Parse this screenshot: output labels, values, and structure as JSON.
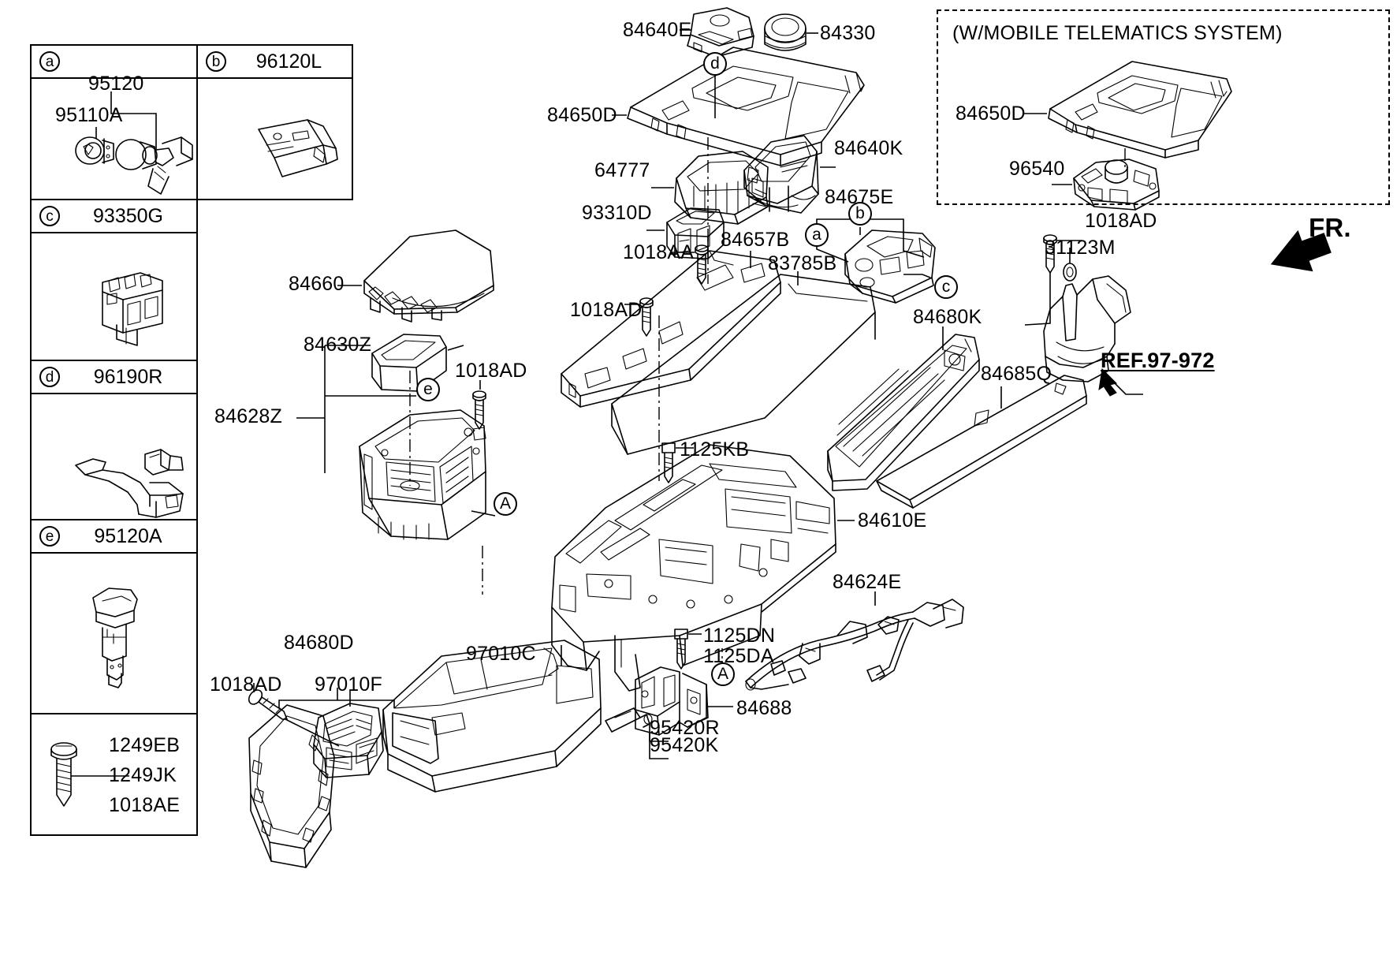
{
  "diagram": {
    "title": "Console assembly exploded parts diagram",
    "orientation_marker": "FR.",
    "reference_note": "REF.97-972",
    "telematics_note": "(W/MOBILE TELEMATICS SYSTEM)"
  },
  "legend": {
    "rows": [
      {
        "key": "a",
        "code": ""
      },
      {
        "key": "b",
        "code": "96120L"
      },
      {
        "key": "c",
        "code": "93350G"
      },
      {
        "key": "d",
        "code": "96190R"
      },
      {
        "key": "e",
        "code": "95120A"
      }
    ],
    "cell_a_labels": [
      "95120",
      "95110A"
    ],
    "fastener_labels": [
      "1249EB",
      "1249JK",
      "1018AE"
    ]
  },
  "callouts": [
    {
      "id": "c84640E",
      "text": "84640E"
    },
    {
      "id": "c84330",
      "text": "84330"
    },
    {
      "id": "c84650D",
      "text": "84650D"
    },
    {
      "id": "c64777",
      "text": "64777"
    },
    {
      "id": "c93310D",
      "text": "93310D"
    },
    {
      "id": "c1018AA",
      "text": "1018AA"
    },
    {
      "id": "c84640K",
      "text": "84640K"
    },
    {
      "id": "c84675E",
      "text": "84675E"
    },
    {
      "id": "c84657B",
      "text": "84657B"
    },
    {
      "id": "c83785B",
      "text": "83785B"
    },
    {
      "id": "c1018AD_top",
      "text": "1018AD"
    },
    {
      "id": "c84680K",
      "text": "84680K"
    },
    {
      "id": "c84685Q",
      "text": "84685Q"
    },
    {
      "id": "c31123M",
      "text": "31123M"
    },
    {
      "id": "c84660",
      "text": "84660"
    },
    {
      "id": "c84630Z",
      "text": "84630Z"
    },
    {
      "id": "c84628Z",
      "text": "84628Z"
    },
    {
      "id": "c1018AD_mid",
      "text": "1018AD"
    },
    {
      "id": "c1018AD_left",
      "text": "1018AD"
    },
    {
      "id": "c1125KB",
      "text": "1125KB"
    },
    {
      "id": "c84610E",
      "text": "84610E"
    },
    {
      "id": "c84624E",
      "text": "84624E"
    },
    {
      "id": "c1125DN",
      "text": "1125DN"
    },
    {
      "id": "c1125DA",
      "text": "1125DA"
    },
    {
      "id": "c84688",
      "text": "84688"
    },
    {
      "id": "c95420R",
      "text": "95420R"
    },
    {
      "id": "c95420K",
      "text": "95420K"
    },
    {
      "id": "c84680D",
      "text": "84680D"
    },
    {
      "id": "c97010F",
      "text": "97010F"
    },
    {
      "id": "c97010C",
      "text": "97010C"
    },
    {
      "id": "c1018AD_btm",
      "text": "1018AD"
    },
    {
      "id": "c84650D_tele",
      "text": "84650D"
    },
    {
      "id": "c96540",
      "text": "96540"
    }
  ],
  "bubbles": [
    {
      "id": "bd_top",
      "letter": "d"
    },
    {
      "id": "ba_mid",
      "letter": "a"
    },
    {
      "id": "bb_mid",
      "letter": "b"
    },
    {
      "id": "bc_mid",
      "letter": "c"
    },
    {
      "id": "be_left",
      "letter": "e"
    },
    {
      "id": "bA_left",
      "letter": "A"
    },
    {
      "id": "bA_btm",
      "letter": "A"
    }
  ]
}
